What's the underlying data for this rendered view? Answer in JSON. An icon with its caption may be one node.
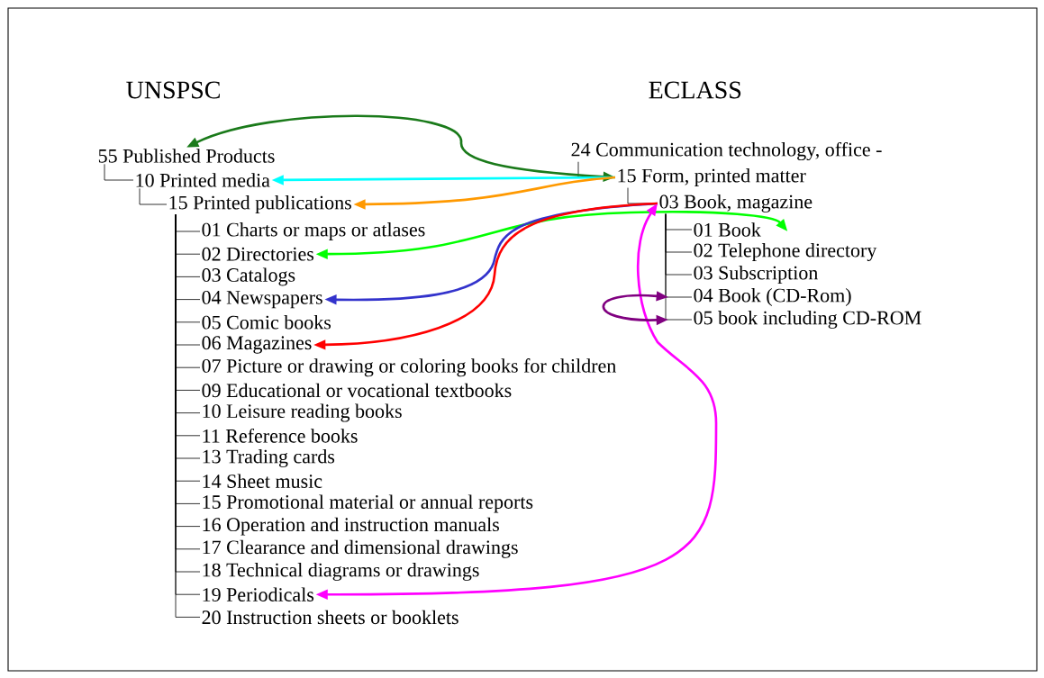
{
  "diagram": {
    "nodes": [
      {
        "text": [
          "55 Published Products"
        ]
      },
      {
        "text": [
          "10 Printed media"
        ]
      },
      {
        "text": [
          "15 Printed publications"
        ]
      },
      {
        "text": [
          "01 Charts or maps or atlases"
        ]
      },
      {
        "text": [
          "02 Directories"
        ]
      },
      {
        "text": [
          "03 Catalogs"
        ]
      },
      {
        "text": [
          "04 Newspapers"
        ]
      },
      {
        "text": [
          "05 Comic books"
        ]
      },
      {
        "text": [
          "06 Magazines"
        ]
      },
      {
        "text": [
          "07 Picture or drawing or coloring books for children"
        ]
      },
      {
        "text": [
          "09 Educational or vocational textbooks"
        ]
      },
      {
        "text": [
          "10 Leisure reading books"
        ]
      },
      {
        "text": [
          "11 Reference books"
        ]
      },
      {
        "text": [
          "13 Trading cards"
        ]
      },
      {
        "text": [
          "14 Sheet music"
        ]
      },
      {
        "text": [
          "15 Promotional material or annual reports"
        ]
      },
      {
        "text": [
          "16 Operation and instruction manuals"
        ]
      },
      {
        "text": [
          "17 Clearance and dimensional drawings"
        ]
      },
      {
        "text": [
          "18 Technical diagrams or drawings"
        ]
      },
      {
        "text": [
          "19 Periodicals"
        ]
      },
      {
        "text": [
          "20 Instruction sheets or booklets"
        ]
      },
      {
        "text": [
          "24 Communication technology, office -"
        ]
      },
      {
        "text": [
          "15 Form, printed matter"
        ]
      },
      {
        "text": [
          "03 Book, magazine"
        ]
      },
      {
        "text": [
          "01 Book"
        ]
      },
      {
        "text": [
          "02 Telephone directory"
        ]
      },
      {
        "text": [
          "03 Subscription"
        ]
      },
      {
        "text": [
          "04 Book (CD-Rom)"
        ]
      },
      {
        "text": [
          "05 book including CD-ROM"
        ]
      }
    ],
    "edges": [
      {
        "from": 0,
        "to": 1,
        "arrow": "none"
      },
      {
        "from": 1,
        "to": 2,
        "arrow": "none"
      },
      {
        "from": 2,
        "to": 3,
        "arrow": "none"
      },
      {
        "from": 2,
        "to": 4,
        "arrow": "none"
      },
      {
        "from": 2,
        "to": 5,
        "arrow": "none"
      },
      {
        "from": 2,
        "to": 6,
        "arrow": "none"
      },
      {
        "from": 2,
        "to": 7,
        "arrow": "none"
      },
      {
        "from": 2,
        "to": 8,
        "arrow": "none"
      },
      {
        "from": 2,
        "to": 9,
        "arrow": "none"
      },
      {
        "from": 2,
        "to": 10,
        "arrow": "none"
      },
      {
        "from": 2,
        "to": 11,
        "arrow": "none"
      },
      {
        "from": 2,
        "to": 12,
        "arrow": "none"
      },
      {
        "from": 2,
        "to": 13,
        "arrow": "none"
      },
      {
        "from": 2,
        "to": 14,
        "arrow": "none"
      },
      {
        "from": 2,
        "to": 15,
        "arrow": "none"
      },
      {
        "from": 2,
        "to": 16,
        "arrow": "none"
      },
      {
        "from": 2,
        "to": 17,
        "arrow": "none"
      },
      {
        "from": 2,
        "to": 18,
        "arrow": "none"
      },
      {
        "from": 2,
        "to": 19,
        "arrow": "none"
      },
      {
        "from": 2,
        "to": 20,
        "arrow": "none"
      },
      {
        "from": 21,
        "to": 22,
        "arrow": "none"
      },
      {
        "from": 22,
        "to": 23,
        "arrow": "none"
      },
      {
        "from": 23,
        "to": 24,
        "arrow": "none"
      },
      {
        "from": 23,
        "to": 25,
        "arrow": "none"
      },
      {
        "from": 23,
        "to": 26,
        "arrow": "none"
      },
      {
        "from": 23,
        "to": 27,
        "arrow": "none"
      },
      {
        "from": 23,
        "to": 28,
        "arrow": "none"
      },
      {
        "from": 22,
        "to": 0,
        "arrow": "both",
        "style": "thick",
        "color": "#1a7a1a"
      },
      {
        "from": 22,
        "to": 1,
        "arrow": "to",
        "style": "thick",
        "color": "#00ffff"
      },
      {
        "from": 22,
        "to": 2,
        "arrow": "to",
        "style": "thick",
        "color": "#ff9900"
      },
      {
        "from": 4,
        "to": 24,
        "arrow": "both",
        "style": "thick",
        "color": "#00ff00"
      },
      {
        "from": 23,
        "to": 6,
        "arrow": "to",
        "style": "thick",
        "color": "#3333cc"
      },
      {
        "from": 23,
        "to": 8,
        "arrow": "to",
        "style": "thick",
        "color": "#ff0000"
      },
      {
        "from": 23,
        "to": 19,
        "arrow": "both",
        "style": "thick",
        "color": "#ff00ff"
      },
      {
        "from": 27,
        "to": 28,
        "arrow": "both",
        "style": "thick",
        "color": "#800080"
      }
    ],
    "labels": [
      "UNSPSC",
      "ECLASS"
    ]
  }
}
